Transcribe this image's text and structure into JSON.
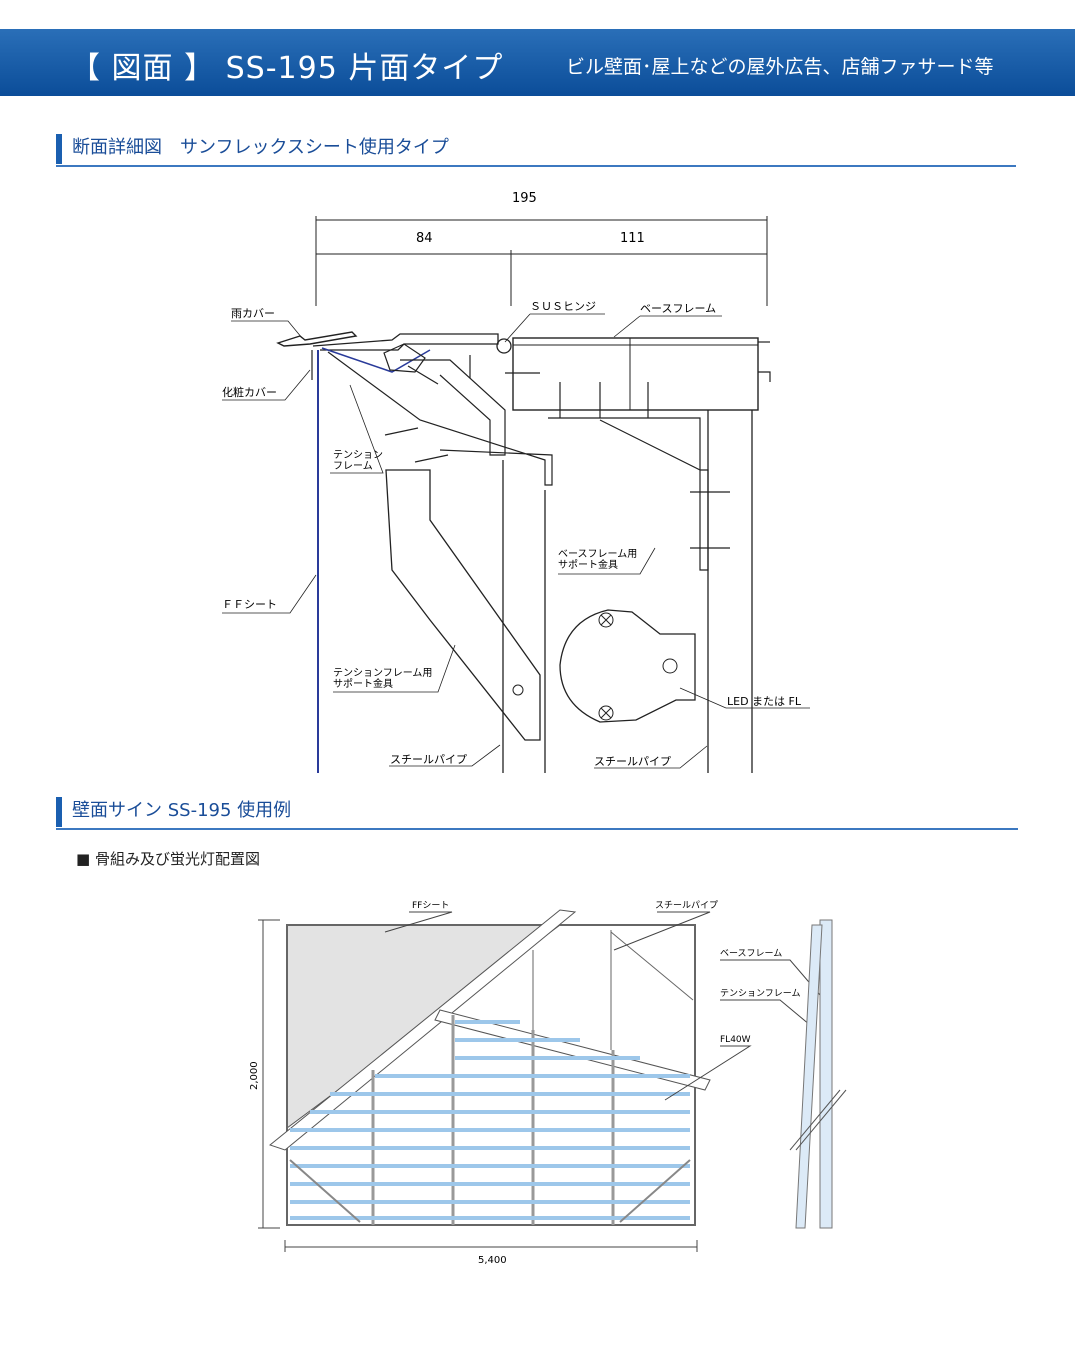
{
  "header": {
    "title": "【 図面 】 SS-195 片面タイプ",
    "subtitle": "ビル壁面･屋上などの屋外広告、店舗ファサード等"
  },
  "section1": {
    "title": "断面詳細図　サンフレックスシート使用タイプ",
    "dimensions": {
      "total": "195",
      "left": "84",
      "right": "111"
    },
    "labels": {
      "rain_cover": "雨カバー",
      "cosmetic_cover": "化粧カバー",
      "tension_frame": "テンション\nフレーム",
      "ff_sheet": "ＦＦシート",
      "tension_support": "テンションフレーム用\nサポート金具",
      "steel_pipe_left": "スチールパイプ",
      "sus_hinge": "ＳＵＳヒンジ",
      "base_frame": "ベースフレーム",
      "base_support": "ベースフレーム用\nサポート金具",
      "led_fl": "LED または FL",
      "steel_pipe_right": "スチールパイプ"
    }
  },
  "section2": {
    "title": "壁面サイン SS-195 使用例",
    "note": "■ 骨組み及び蛍光灯配置図",
    "labels": {
      "ff_sheet": "FFシート",
      "steel_pipe": "スチールパイプ",
      "base_frame": "ベースフレーム",
      "tension_frame": "テンションフレーム",
      "fl40w": "FL40W",
      "height": "2,000",
      "width": "5,400"
    }
  }
}
